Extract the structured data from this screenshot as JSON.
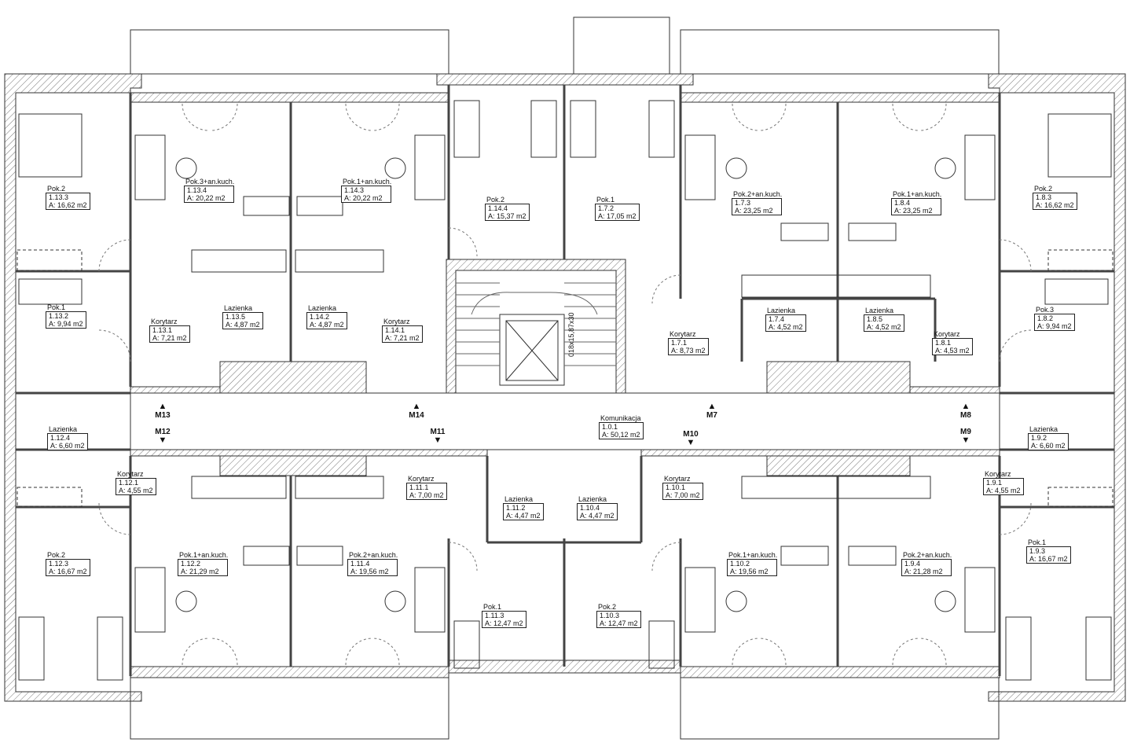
{
  "rooms": [
    {
      "id": "r-1-13-3",
      "name": "Pok.2",
      "code": "1.13.3",
      "area": "A: 16,62 m2"
    },
    {
      "id": "r-1-13-4",
      "name": "Pok.3+an.kuch.",
      "code": "1.13.4",
      "area": "A: 20,22 m2"
    },
    {
      "id": "r-1-14-3",
      "name": "Pok.1+an.kuch.",
      "code": "1.14.3",
      "area": "A: 20,22 m2"
    },
    {
      "id": "r-1-14-4",
      "name": "Pok.2",
      "code": "1.14.4",
      "area": "A: 15,37 m2"
    },
    {
      "id": "r-1-7-2",
      "name": "Pok.1",
      "code": "1.7.2",
      "area": "A: 17,05 m2"
    },
    {
      "id": "r-1-7-3",
      "name": "Pok.2+an.kuch.",
      "code": "1.7.3",
      "area": "A: 23,25 m2"
    },
    {
      "id": "r-1-8-4",
      "name": "Pok.1+an.kuch.",
      "code": "1.8.4",
      "area": "A: 23,25 m2"
    },
    {
      "id": "r-1-8-3",
      "name": "Pok.2",
      "code": "1.8.3",
      "area": "A: 16,62 m2"
    },
    {
      "id": "r-1-13-2",
      "name": "Pok.1",
      "code": "1.13.2",
      "area": "A: 9,94 m2"
    },
    {
      "id": "r-1-13-1",
      "name": "Korytarz",
      "code": "1.13.1",
      "area": "A: 7,21 m2"
    },
    {
      "id": "r-1-13-5",
      "name": "Lazienka",
      "code": "1.13.5",
      "area": "A: 4,87 m2"
    },
    {
      "id": "r-1-14-2",
      "name": "Lazienka",
      "code": "1.14.2",
      "area": "A: 4,87 m2"
    },
    {
      "id": "r-1-14-1",
      "name": "Korytarz",
      "code": "1.14.1",
      "area": "A: 7,21 m2"
    },
    {
      "id": "r-1-7-1",
      "name": "Korytarz",
      "code": "1.7.1",
      "area": "A: 8,73 m2"
    },
    {
      "id": "r-1-7-4",
      "name": "Lazienka",
      "code": "1.7.4",
      "area": "A: 4,52 m2"
    },
    {
      "id": "r-1-8-5",
      "name": "Lazienka",
      "code": "1.8.5",
      "area": "A: 4,52 m2"
    },
    {
      "id": "r-1-8-1",
      "name": "Korytarz",
      "code": "1.8.1",
      "area": "A: 4,53 m2"
    },
    {
      "id": "r-1-8-2",
      "name": "Pok.3",
      "code": "1.8.2",
      "area": "A: 9,94 m2"
    },
    {
      "id": "r-1-12-4",
      "name": "Lazienka",
      "code": "1.12.4",
      "area": "A: 6,60 m2"
    },
    {
      "id": "r-1-0-1",
      "name": "Komunikacja",
      "code": "1.0.1",
      "area": "A: 50,12 m2"
    },
    {
      "id": "r-1-9-2",
      "name": "Lazienka",
      "code": "1.9.2",
      "area": "A: 6,60 m2"
    },
    {
      "id": "r-1-12-1",
      "name": "Korytarz",
      "code": "1.12.1",
      "area": "A: 4,55 m2"
    },
    {
      "id": "r-1-11-1",
      "name": "Korytarz",
      "code": "1.11.1",
      "area": "A: 7,00 m2"
    },
    {
      "id": "r-1-11-2",
      "name": "Lazienka",
      "code": "1.11.2",
      "area": "A: 4,47 m2"
    },
    {
      "id": "r-1-10-4",
      "name": "Lazienka",
      "code": "1.10.4",
      "area": "A: 4,47 m2"
    },
    {
      "id": "r-1-10-1",
      "name": "Korytarz",
      "code": "1.10.1",
      "area": "A: 7,00 m2"
    },
    {
      "id": "r-1-9-1",
      "name": "Korytarz",
      "code": "1.9.1",
      "area": "A: 4,55 m2"
    },
    {
      "id": "r-1-12-3",
      "name": "Pok.2",
      "code": "1.12.3",
      "area": "A: 16,67 m2"
    },
    {
      "id": "r-1-12-2",
      "name": "Pok.1+an.kuch.",
      "code": "1.12.2",
      "area": "A: 21,29 m2"
    },
    {
      "id": "r-1-11-4",
      "name": "Pok.2+an.kuch.",
      "code": "1.11.4",
      "area": "A: 19,56 m2"
    },
    {
      "id": "r-1-11-3",
      "name": "Pok.1",
      "code": "1.11.3",
      "area": "A: 12,47 m2"
    },
    {
      "id": "r-1-10-3",
      "name": "Pok.2",
      "code": "1.10.3",
      "area": "A: 12,47 m2"
    },
    {
      "id": "r-1-10-2",
      "name": "Pok.1+an.kuch.",
      "code": "1.10.2",
      "area": "A: 19,56 m2"
    },
    {
      "id": "r-1-9-4",
      "name": "Pok.2+an.kuch.",
      "code": "1.9.4",
      "area": "A: 21,28 m2"
    },
    {
      "id": "r-1-9-3",
      "name": "Pok.1",
      "code": "1.9.3",
      "area": "A: 16,67 m2"
    }
  ],
  "markers": [
    {
      "id": "m13",
      "label": "M13",
      "dir": "up"
    },
    {
      "id": "m14",
      "label": "M14",
      "dir": "up"
    },
    {
      "id": "m7",
      "label": "M7",
      "dir": "up"
    },
    {
      "id": "m8",
      "label": "M8",
      "dir": "up"
    },
    {
      "id": "m12",
      "label": "M12",
      "dir": "down"
    },
    {
      "id": "m11",
      "label": "M11",
      "dir": "down"
    },
    {
      "id": "m10",
      "label": "M10",
      "dir": "down"
    },
    {
      "id": "m9",
      "label": "M9",
      "dir": "down"
    }
  ],
  "stair_note": "018x15,87x30"
}
